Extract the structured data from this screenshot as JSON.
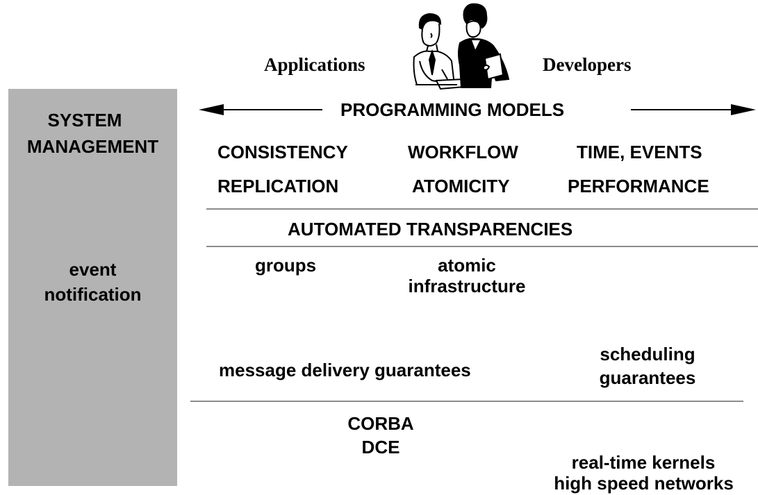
{
  "header": {
    "left_title": "Applications",
    "right_title": "Developers",
    "illustration_icon": "people-clipart-icon"
  },
  "sidebar": {
    "title_line1": "SYSTEM",
    "title_line2": "MANAGEMENT",
    "item_line1": "event",
    "item_line2": "notification",
    "color": "#b3b3b3"
  },
  "programming_models": {
    "label": "PROGRAMMING MODELS",
    "arrow_icon": "double-arrow-icon",
    "items": [
      "CONSISTENCY",
      "WORKFLOW",
      "TIME, EVENTS",
      "REPLICATION",
      "ATOMICITY",
      "PERFORMANCE"
    ]
  },
  "automated_transparencies": {
    "label": "AUTOMATED TRANSPARENCIES",
    "groups": "groups",
    "atomic_line1": "atomic",
    "atomic_line2": "infrastructure",
    "message_delivery": "message delivery guarantees",
    "scheduling_line1": "scheduling",
    "scheduling_line2": "guarantees"
  },
  "platforms": {
    "corba": "CORBA",
    "dce": "DCE",
    "kernels": "real-time kernels",
    "networks": "high speed networks"
  },
  "divider_color": "#8c8c8c"
}
